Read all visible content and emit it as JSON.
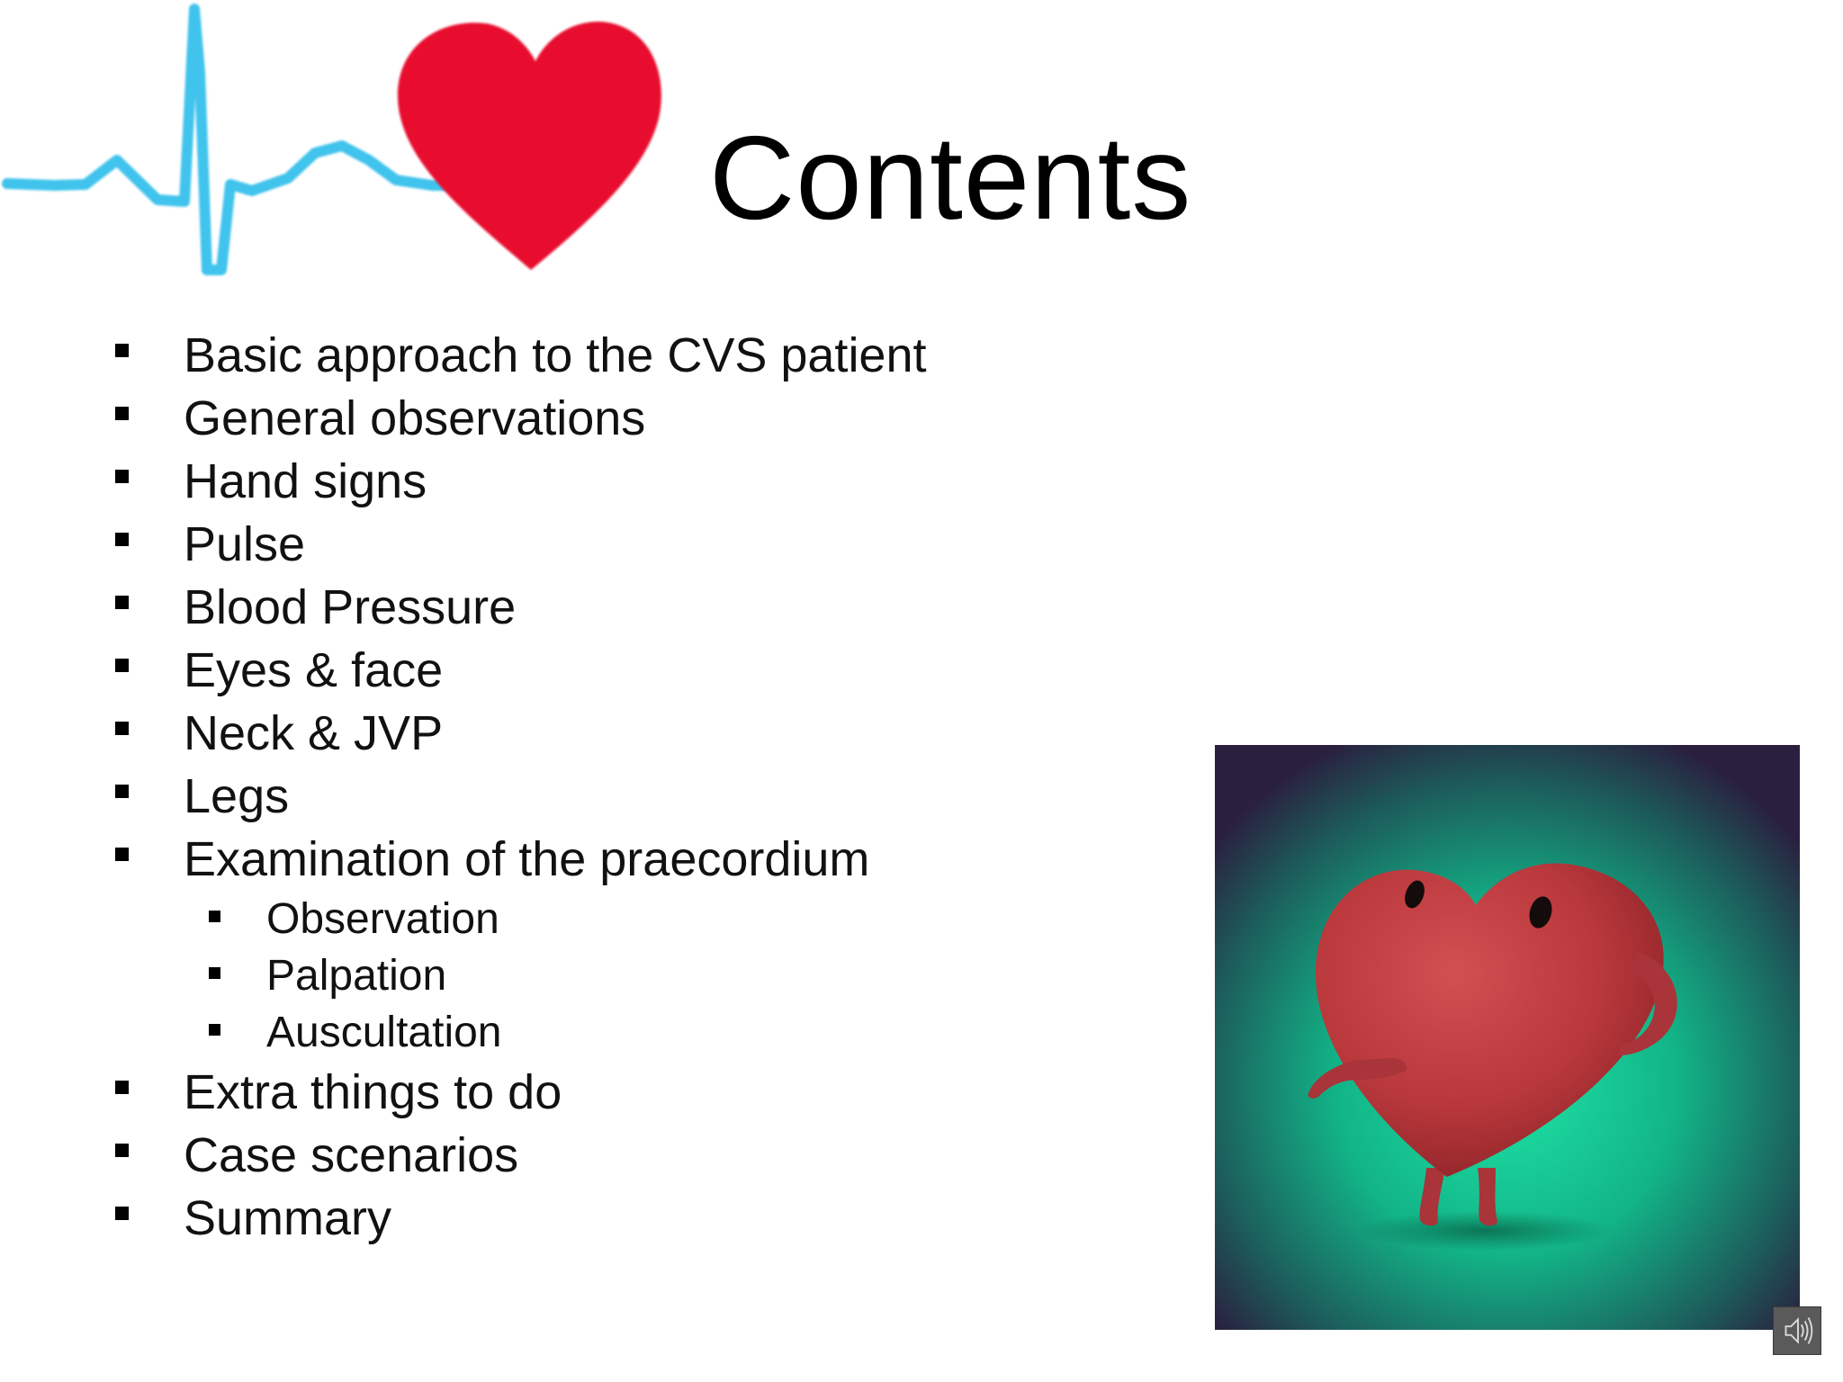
{
  "slide": {
    "title": "Contents",
    "items": [
      {
        "label": "Basic approach to the CVS patient"
      },
      {
        "label": "General observations"
      },
      {
        "label": "Hand signs"
      },
      {
        "label": "Pulse"
      },
      {
        "label": "Blood Pressure"
      },
      {
        "label": "Eyes & face"
      },
      {
        "label": "Neck & JVP"
      },
      {
        "label": "Legs"
      },
      {
        "label": "Examination of the praecordium",
        "subitems": [
          {
            "label": "Observation"
          },
          {
            "label": "Palpation"
          },
          {
            "label": "Auscultation"
          }
        ]
      },
      {
        "label": "Extra things to do"
      },
      {
        "label": "Case scenarios"
      },
      {
        "label": "Summary"
      }
    ]
  },
  "icons": {
    "header": "ecg-heart-icon",
    "photo": "cartoon-heart-icon",
    "audio": "speaker-icon"
  },
  "colors": {
    "ecg_line": "#3fc3ec",
    "heart_red": "#e8102e",
    "photo_glow": "#1fe3a6",
    "photo_edge": "#2a1f3e",
    "cartoon_heart": "#b9383c"
  }
}
